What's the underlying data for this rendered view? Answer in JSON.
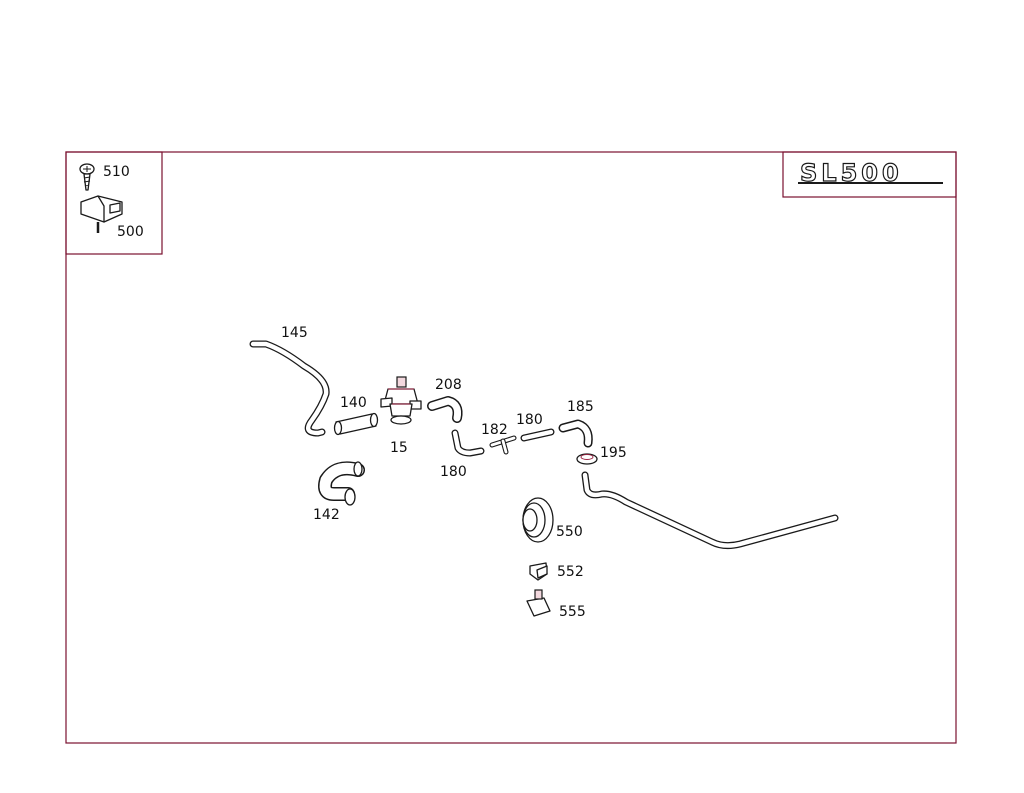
{
  "logo": {
    "text": "SL500"
  },
  "inset": {
    "labels": [
      "510",
      "500"
    ]
  },
  "callouts": {
    "p145": "145",
    "p140": "140",
    "p15": "15",
    "p208": "208",
    "p182": "182",
    "p180a": "180",
    "p180b": "180",
    "p185": "185",
    "p195": "195",
    "p142": "142",
    "p550": "550",
    "p552": "552",
    "p555": "555"
  },
  "colors": {
    "frame": "#7a1030",
    "line": "#1a1a1a",
    "accent": "#9a2040"
  }
}
